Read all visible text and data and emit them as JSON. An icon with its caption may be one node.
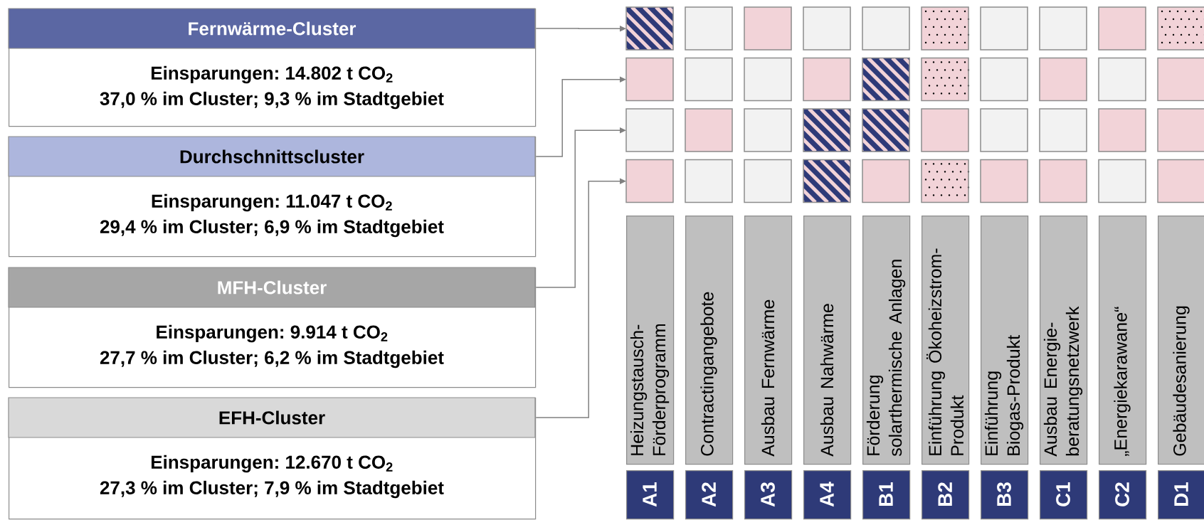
{
  "diagram": {
    "nodes": [
      {
        "text": [
          "Fernwärme-Cluster",
          "Einsparungen: 14.802 t CO$_{2}$",
          "37,0 % im Cluster; 9,3 % im Stadtgebiet"
        ]
      },
      {
        "text": [
          "Durchschnittscluster",
          "Einsparungen: 11.047 t CO$_{2}$",
          "29,4 % im Cluster; 6,9 % im Stadtgebiet"
        ]
      },
      {
        "text": [
          "MFH-Cluster",
          "Einsparungen: 9.914 t CO$_{2}$",
          "27,7 % im Cluster; 6,2 % im Stadtgebiet"
        ]
      },
      {
        "text": [
          "EFH-Cluster",
          "Einsparungen: 12.670 t CO$_{2}$",
          "27,3 % im Cluster; 7,9 % im Stadtgebiet"
        ]
      },
      {
        "text": [],
        "shape": "box"
      },
      {
        "text": [],
        "shape": "box"
      },
      {
        "text": [],
        "shape": "box"
      },
      {
        "text": [],
        "shape": "box"
      },
      {
        "text": [],
        "shape": "box"
      },
      {
        "text": [],
        "shape": "box"
      },
      {
        "text": [],
        "shape": "box"
      },
      {
        "text": [],
        "shape": "box"
      },
      {
        "text": [],
        "shape": "box"
      },
      {
        "text": [],
        "shape": "box"
      },
      {
        "text": [],
        "shape": "box"
      },
      {
        "text": [],
        "shape": "box"
      },
      {
        "text": [],
        "shape": "box"
      },
      {
        "text": [],
        "shape": "box"
      },
      {
        "text": [],
        "shape": "box"
      },
      {
        "text": [],
        "shape": "box"
      },
      {
        "text": [],
        "shape": "box"
      },
      {
        "text": [],
        "shape": "box"
      },
      {
        "text": [],
        "shape": "box"
      },
      {
        "text": [],
        "shape": "box"
      },
      {
        "text": [],
        "shape": "box"
      },
      {
        "text": [],
        "shape": "box"
      },
      {
        "text": [],
        "shape": "box"
      },
      {
        "text": [],
        "shape": "box"
      },
      {
        "text": [],
        "shape": "box"
      },
      {
        "text": [],
        "shape": "box"
      },
      {
        "text": [],
        "shape": "box"
      },
      {
        "text": [],
        "shape": "box"
      },
      {
        "text": [],
        "shape": "box"
      },
      {
        "text": [],
        "shape": "box"
      },
      {
        "text": [],
        "shape": "box"
      },
      {
        "text": [],
        "shape": "box"
      },
      {
        "text": [],
        "shape": "box"
      },
      {
        "text": [],
        "shape": "box"
      },
      {
        "text": [],
        "shape": "box"
      },
      {
        "text": [],
        "shape": "box"
      },
      {
        "text": [],
        "shape": "box"
      },
      {
        "text": [],
        "shape": "box"
      },
      {
        "text": [],
        "shape": "box"
      },
      {
        "text": [],
        "shape": "box"
      },
      {
        "text": [
          "Heizungstausch- Förderprogramm"
        ]
      },
      {
        "text": [
          "Contractingangebote"
        ]
      },
      {
        "text": [
          "Ausbau Fernwärme"
        ]
      },
      {
        "text": [
          "Ausbau Nahwärme"
        ]
      },
      {
        "text": [
          "Förderung solarthermische Anlagen"
        ]
      },
      {
        "text": [
          "Einführung Ökoheizstrom- Produkt"
        ]
      },
      {
        "text": [
          "Einführung Biogas-Produkt"
        ]
      },
      {
        "text": [
          "Ausbau Energie- beratungsnetzwerk"
        ]
      },
      {
        "text": [
          "„Energiekarawane“"
        ]
      },
      {
        "text": [
          "Gebäudesanierung"
        ]
      },
      {
        "text": [
          "A1"
        ]
      },
      {
        "text": [
          "A2"
        ]
      },
      {
        "text": [
          "A3"
        ]
      },
      {
        "text": [
          "A4"
        ]
      },
      {
        "text": [
          "B1"
        ]
      },
      {
        "text": [
          "B2"
        ]
      },
      {
        "text": [
          "B3"
        ]
      },
      {
        "text": [
          "C1"
        ]
      },
      {
        "text": [
          "C2"
        ]
      },
      {
        "text": [
          "D1"
        ]
      }
    ],
    "edges": [
      {
        "from": 0,
        "to": 4,
        "arrow": "to"
      },
      {
        "from": 1,
        "to": 14,
        "arrow": "to"
      },
      {
        "from": 2,
        "to": 24,
        "arrow": "to"
      },
      {
        "from": 3,
        "to": 34,
        "arrow": "to"
      }
    ]
  }
}
